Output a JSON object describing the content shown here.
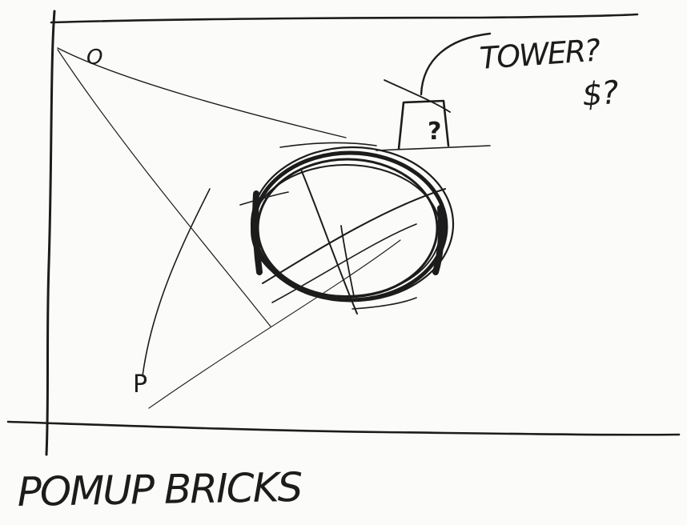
{
  "sketch": {
    "label_o": "O",
    "label_p": "P",
    "label_q": "?",
    "note_line1": "TOWER?",
    "note_line2": "$?",
    "caption": "POMUP BRICKS"
  },
  "colors": {
    "ink": "#1c1c1c",
    "paper": "#fbfbf9"
  }
}
